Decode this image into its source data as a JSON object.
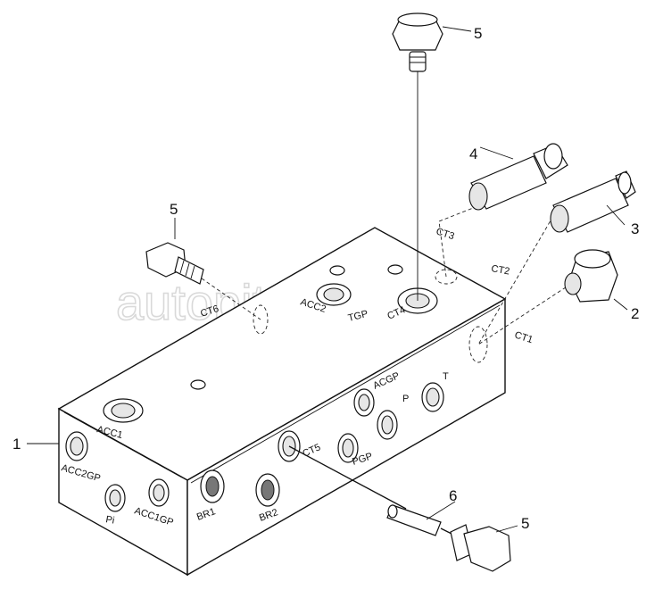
{
  "watermark": "autopiter.ru",
  "callouts": {
    "c1": "1",
    "c2": "2",
    "c3": "3",
    "c4": "4",
    "c5_top": "5",
    "c5_left": "5",
    "c5_bottom": "5",
    "c6": "6"
  },
  "ports": {
    "acc1": "ACC1",
    "acc2": "ACC2",
    "tgp": "TGP",
    "ct4": "CT4",
    "ct6": "CT6",
    "ct3": "CT3",
    "ct2": "CT2",
    "ct1": "CT1",
    "acgp": "ACGP",
    "p": "P",
    "t": "T",
    "ct5": "CT5",
    "pgp": "PGP",
    "acc2gp": "ACC2GP",
    "pi": "Pi",
    "acc1gp": "ACC1GP",
    "br1": "BR1",
    "br2": "BR2"
  }
}
